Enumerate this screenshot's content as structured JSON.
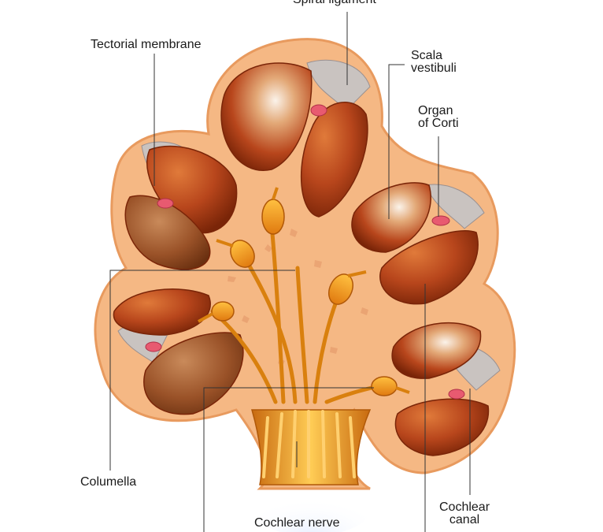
{
  "labels": {
    "spiral_ligament": "Spiral ligament",
    "tectorial_membrane": "Tectorial membrane",
    "scala_vestibuli": "Scala\nvestibuli",
    "organ_of_corti": "Organ\nof Corti",
    "columella": "Columella",
    "cochlear_nerve": "Cochlear nerve",
    "cochlear_canal": "Cochlear\ncanal"
  },
  "colors": {
    "bone": "#f5b884",
    "bone_edge": "#e89a5e",
    "chamber": "#b8461c",
    "chamber_dark": "#8a2f10",
    "chamber_light": "#d96a2a",
    "membrane": "#e8e4e0",
    "membrane_gray": "#b8b4b4",
    "nerve": "#f0a020",
    "nerve_light": "#ffd070",
    "corti": "#e85a70",
    "leader_line": "#333333"
  }
}
